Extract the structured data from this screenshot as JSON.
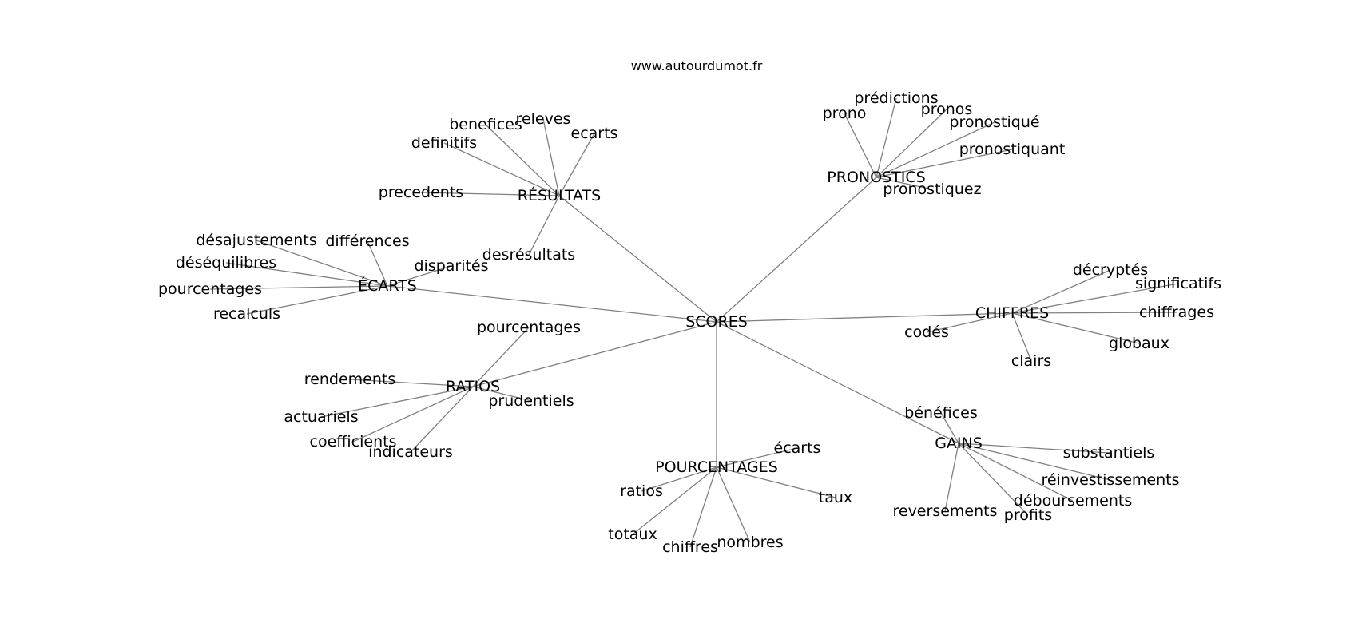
{
  "site": "www.autourdumot.fr",
  "colors": {
    "edge": "#808080",
    "text": "#000000",
    "background": "#ffffff"
  },
  "center": "SCORES",
  "clusters": [
    {
      "label": "RÉSULTATS",
      "words": [
        "benefices",
        "releves",
        "ecarts",
        "definitifs",
        "precedents",
        "desrésultats"
      ]
    },
    {
      "label": "PRONOSTICS",
      "words": [
        "prono",
        "prédictions",
        "pronos",
        "pronostiqué",
        "pronostiquant",
        "pronostiquez"
      ]
    },
    {
      "label": "ÉCARTS",
      "words": [
        "désajustements",
        "différences",
        "déséquilibres",
        "disparités",
        "pourcentages",
        "recalculs"
      ]
    },
    {
      "label": "CHIFFRES",
      "words": [
        "décryptés",
        "significatifs",
        "chiffrages",
        "codés",
        "globaux",
        "clairs"
      ]
    },
    {
      "label": "RATIOS",
      "words": [
        "pourcentages",
        "rendements",
        "prudentiels",
        "actuariels",
        "coefficients",
        "indicateurs"
      ]
    },
    {
      "label": "GAINS",
      "words": [
        "bénéfices",
        "substantiels",
        "réinvestissements",
        "déboursements",
        "reversements",
        "profits"
      ]
    },
    {
      "label": "POURCENTAGES",
      "words": [
        "écarts",
        "ratios",
        "taux",
        "totaux",
        "chiffres",
        "nombres"
      ]
    }
  ]
}
